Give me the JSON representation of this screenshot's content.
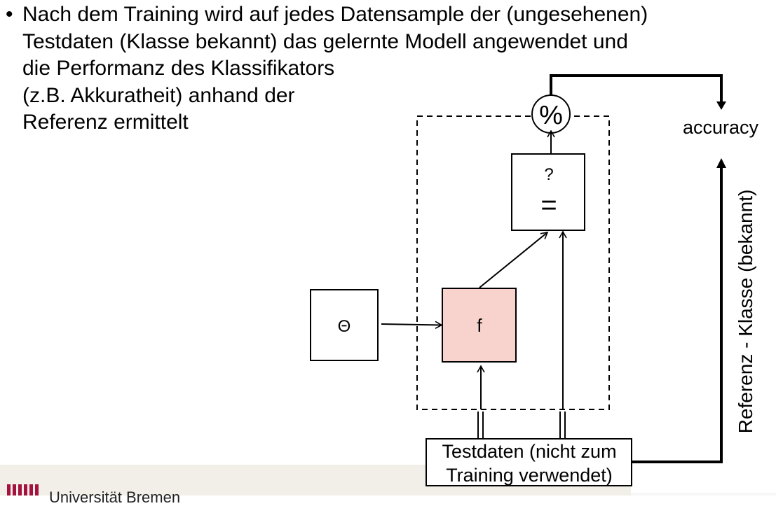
{
  "bullet": {
    "symbol": "•",
    "lines": [
      "Nach dem Training wird auf jedes Datensample der (ungesehenen)",
      "Testdaten (Klasse bekannt) das gelernte Modell angewendet und",
      "die Performanz des Klassifikators",
      "(z.B. Akkuratheit) anhand der",
      "Referenz ermittelt"
    ]
  },
  "diagram": {
    "theta_label": "Θ",
    "f_label": "f",
    "compare_question": "?",
    "compare_equals": "=",
    "percent_symbol": "%",
    "accuracy_label": "accuracy",
    "reference_label": "Referenz - Klasse (bekannt)",
    "testdata_line1": "Testdaten (nicht zum",
    "testdata_line2": "Training verwendet)",
    "f_fill_color": "#f8d3cd"
  },
  "footer": {
    "text": "Universität Bremen"
  }
}
